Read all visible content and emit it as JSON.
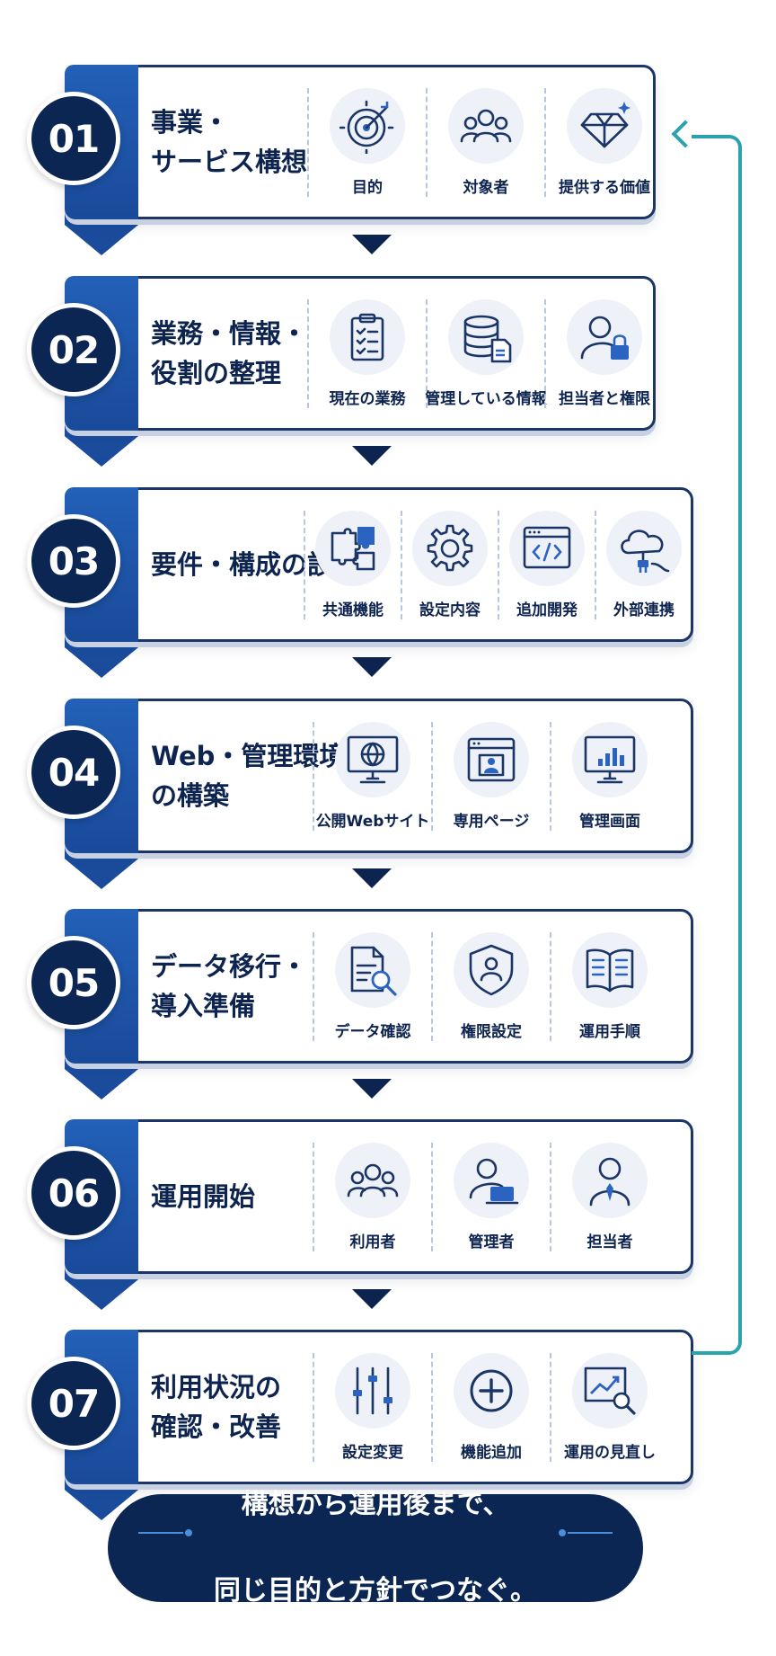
{
  "colors": {
    "navy": "#0e2450",
    "blue": "#1f5fb8",
    "teal": "#2aa3ac",
    "icon_bg": "#eef2f8"
  },
  "steps": [
    {
      "number": "01",
      "title": [
        "事業・",
        "サービス構想"
      ],
      "items": [
        {
          "label": "目的",
          "icon": "target-icon"
        },
        {
          "label": "対象者",
          "icon": "people-icon"
        },
        {
          "label": "提供する価値",
          "icon": "diamond-icon"
        }
      ]
    },
    {
      "number": "02",
      "title": [
        "業務・情報・",
        "役割の整理"
      ],
      "items": [
        {
          "label": "現在の業務",
          "icon": "clipboard-icon"
        },
        {
          "label": "管理している情報",
          "icon": "database-icon"
        },
        {
          "label": "担当者と権限",
          "icon": "user-lock-icon"
        }
      ]
    },
    {
      "number": "03",
      "title": [
        "要件・構成の設計"
      ],
      "items": [
        {
          "label": "共通機能",
          "icon": "puzzle-icon"
        },
        {
          "label": "設定内容",
          "icon": "gear-icon"
        },
        {
          "label": "追加開発",
          "icon": "code-window-icon"
        },
        {
          "label": "外部連携",
          "icon": "cloud-plug-icon"
        }
      ]
    },
    {
      "number": "04",
      "title": [
        "Web・管理環境",
        "の構築"
      ],
      "items": [
        {
          "label": "公開Webサイト",
          "icon": "globe-monitor-icon"
        },
        {
          "label": "専用ページ",
          "icon": "user-window-icon"
        },
        {
          "label": "管理画面",
          "icon": "chart-monitor-icon"
        }
      ]
    },
    {
      "number": "05",
      "title": [
        "データ移行・",
        "導入準備"
      ],
      "items": [
        {
          "label": "データ確認",
          "icon": "document-search-icon"
        },
        {
          "label": "権限設定",
          "icon": "shield-user-icon"
        },
        {
          "label": "運用手順",
          "icon": "book-icon"
        }
      ]
    },
    {
      "number": "06",
      "title": [
        "運用開始"
      ],
      "items": [
        {
          "label": "利用者",
          "icon": "people-icon"
        },
        {
          "label": "管理者",
          "icon": "admin-laptop-icon"
        },
        {
          "label": "担当者",
          "icon": "person-tie-icon"
        }
      ]
    },
    {
      "number": "07",
      "title": [
        "利用状況の",
        "確認・改善"
      ],
      "items": [
        {
          "label": "設定変更",
          "icon": "sliders-icon"
        },
        {
          "label": "機能追加",
          "icon": "plus-circle-icon"
        },
        {
          "label": "運用の見直し",
          "icon": "trend-search-icon"
        }
      ]
    }
  ],
  "footer": {
    "line1": "構想から運用後まで、",
    "line2": "同じ目的と方針でつなぐ。"
  }
}
